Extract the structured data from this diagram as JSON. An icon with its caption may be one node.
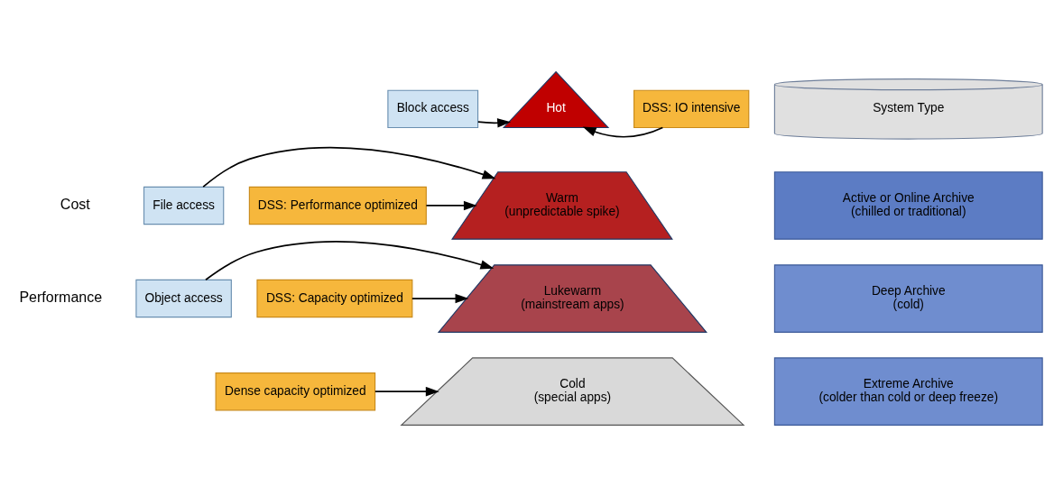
{
  "diagram": {
    "nodes": [
      {
        "text": [
          "Block access"
        ]
      },
      {
        "text": [
          "File access"
        ]
      },
      {
        "text": [
          "Object access"
        ]
      },
      {
        "text": [
          "DSS: IO intensive"
        ]
      },
      {
        "text": [
          "DSS: Performance optimized"
        ]
      },
      {
        "text": [
          "DSS: Capacity optimized"
        ]
      },
      {
        "text": [
          "Dense capacity optimized"
        ]
      },
      {
        "text": [
          "Hot"
        ]
      },
      {
        "text": [
          "Warm",
          "(unpredictable spike)"
        ]
      },
      {
        "text": [
          "Lukewarm",
          "(mainstream apps)"
        ]
      },
      {
        "text": [
          "Cold",
          "(special apps)"
        ]
      },
      {
        "text": [
          "System Type"
        ]
      },
      {
        "text": [
          "Active or Online Archive",
          "(chilled or traditional)"
        ]
      },
      {
        "text": [
          "Deep Archive",
          "(cold)"
        ]
      },
      {
        "text": [
          "Extreme Archive",
          "(colder than cold or deep freeze)"
        ]
      }
    ],
    "edges": [
      {
        "from": 0,
        "to": 7,
        "arrow": "to"
      },
      {
        "from": 1,
        "to": 8,
        "arrow": "to"
      },
      {
        "from": 2,
        "to": 9,
        "arrow": "to"
      },
      {
        "from": 3,
        "to": 7,
        "arrow": "to"
      },
      {
        "from": 4,
        "to": 8,
        "arrow": "to"
      },
      {
        "from": 5,
        "to": 9,
        "arrow": "to"
      },
      {
        "from": 6,
        "to": 10,
        "arrow": "to"
      }
    ],
    "labels": [
      "Cost",
      "Performance"
    ]
  }
}
